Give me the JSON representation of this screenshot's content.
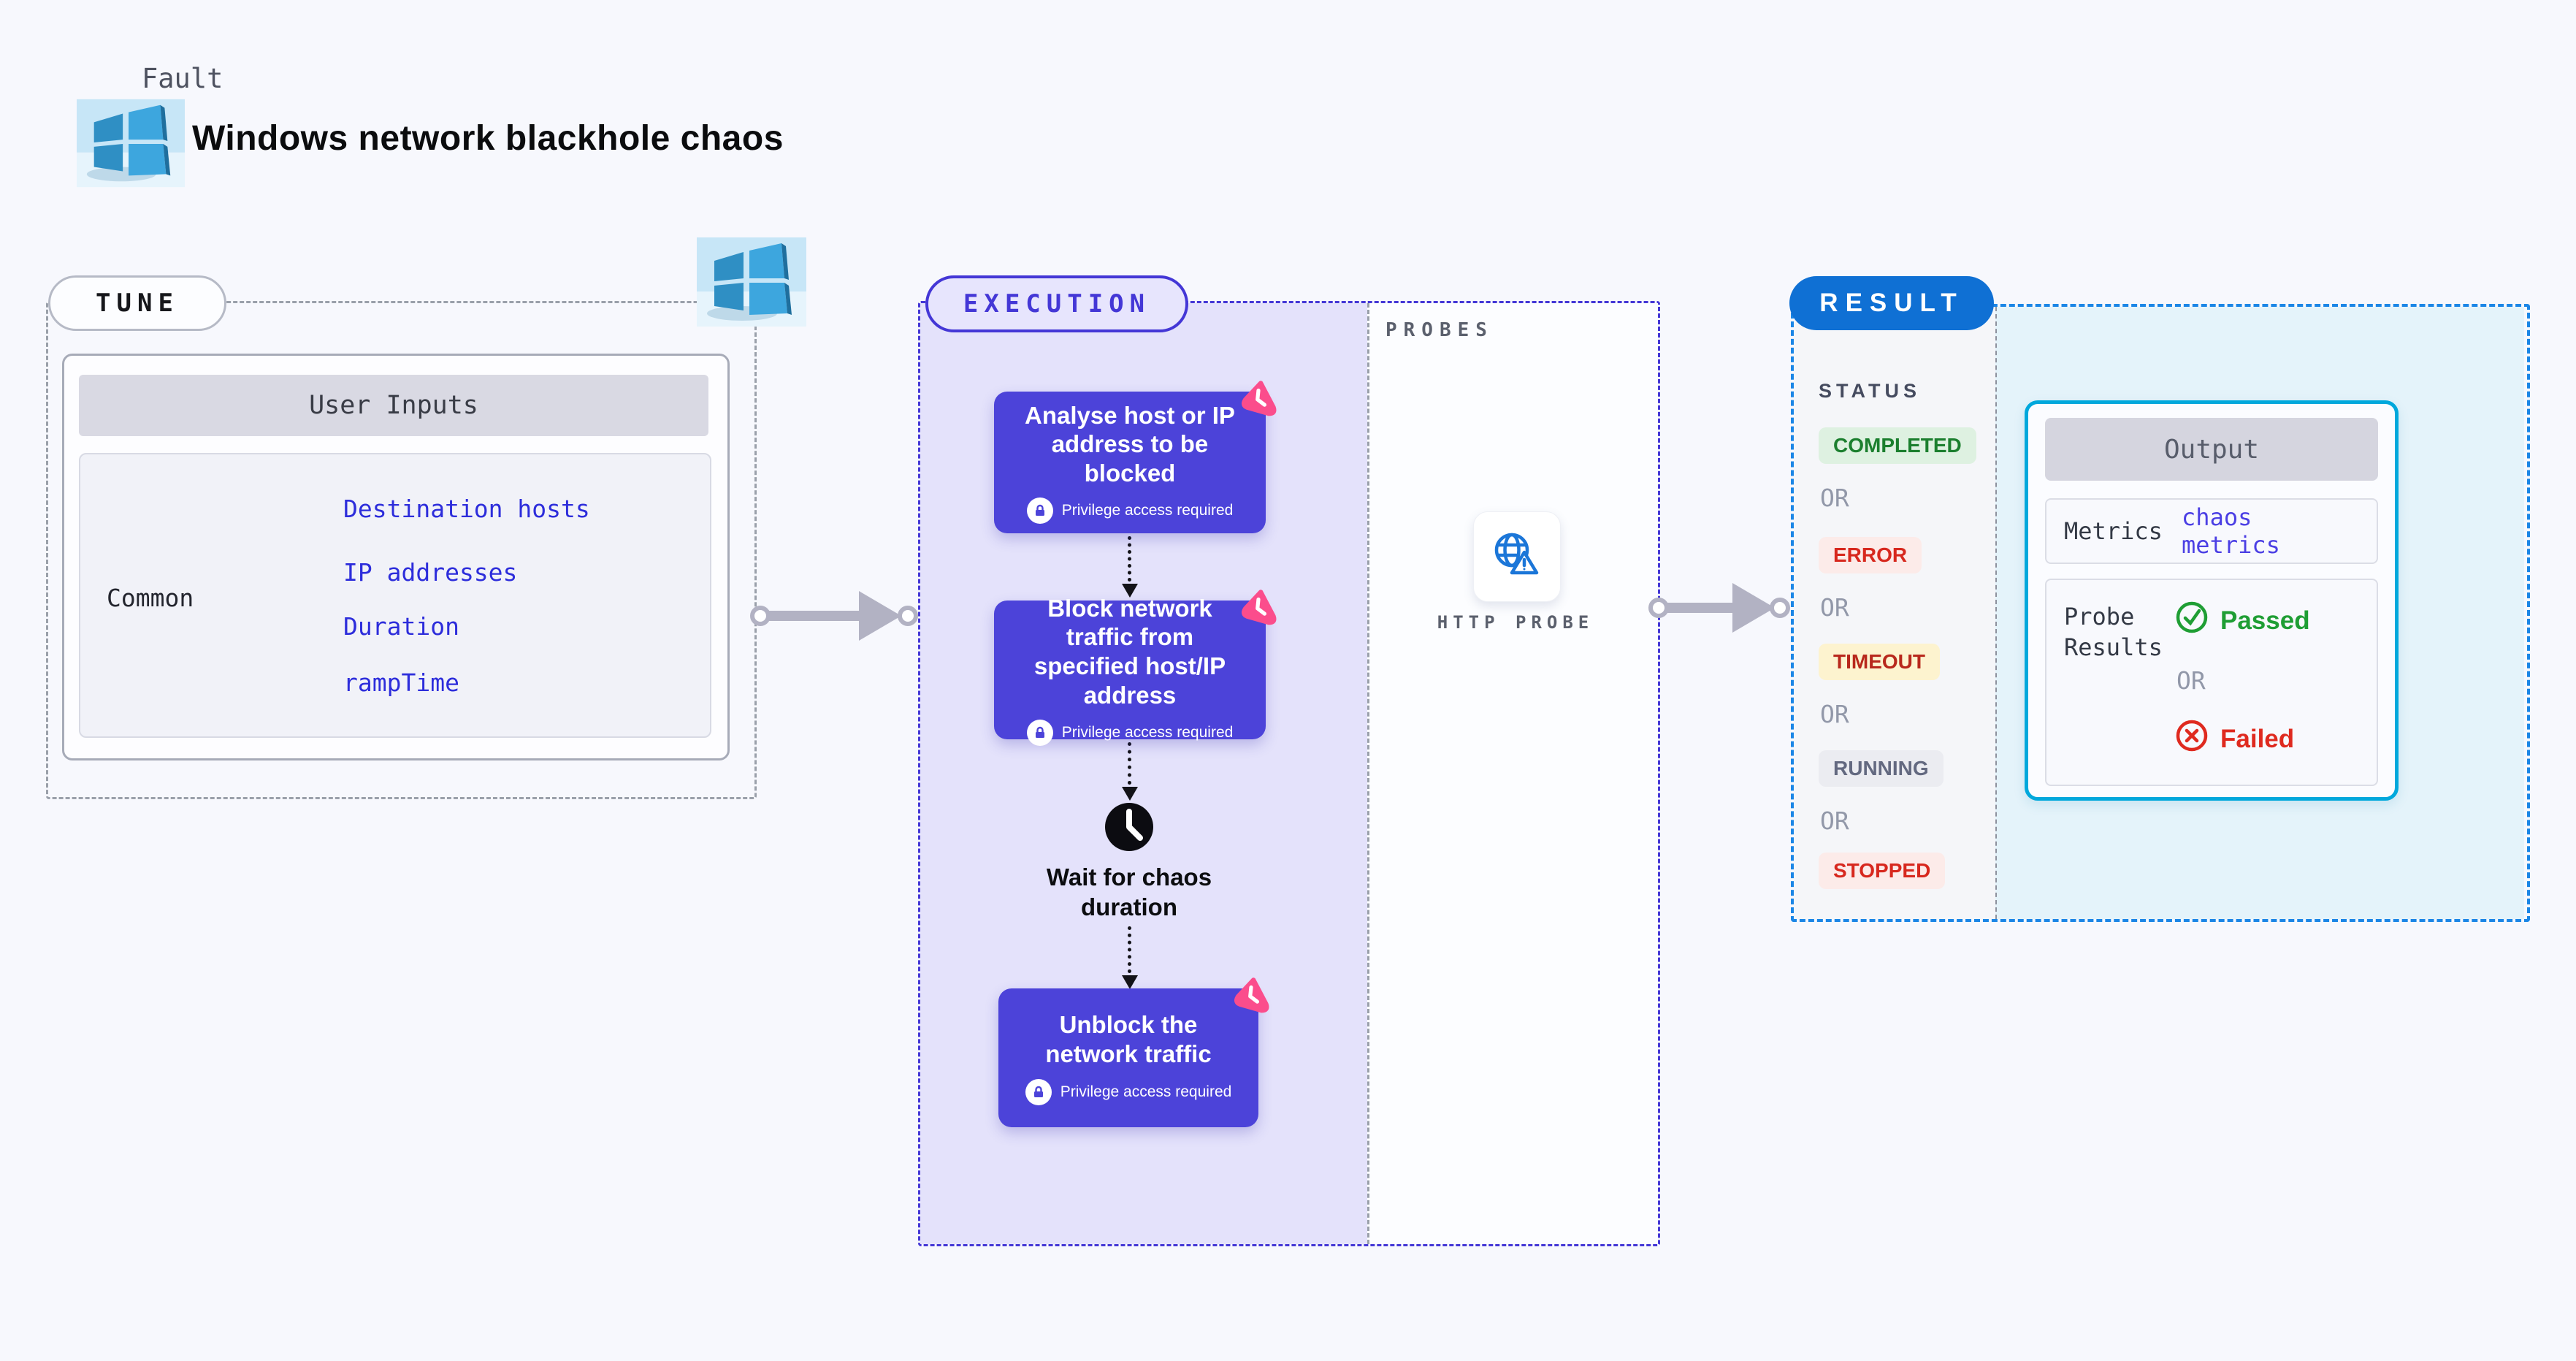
{
  "header": {
    "kicker": "Fault",
    "title": "Windows network blackhole chaos"
  },
  "tune": {
    "label": "TUNE",
    "user_inputs": {
      "title": "User Inputs",
      "row_label": "Common",
      "links": [
        "Destination hosts",
        "IP addresses",
        "Duration",
        "rampTime"
      ]
    }
  },
  "execution": {
    "label": "EXECUTION",
    "steps": [
      {
        "title": "Analyse host or IP address to be blocked",
        "badge": "Privilege access required"
      },
      {
        "title": "Block network traffic from specified host/IP address",
        "badge": "Privilege access required"
      },
      {
        "title": "Wait for chaos duration"
      },
      {
        "title": "Unblock the network traffic",
        "badge": "Privilege access required"
      }
    ]
  },
  "probes": {
    "label": "PROBES",
    "probe_name": "HTTP PROBE"
  },
  "result": {
    "label": "RESULT",
    "status": {
      "title": "STATUS",
      "items": [
        {
          "text": "COMPLETED",
          "kind": "green"
        },
        {
          "text": "OR",
          "kind": "or"
        },
        {
          "text": "ERROR",
          "kind": "red"
        },
        {
          "text": "OR",
          "kind": "or"
        },
        {
          "text": "TIMEOUT",
          "kind": "yellow"
        },
        {
          "text": "OR",
          "kind": "or"
        },
        {
          "text": "RUNNING",
          "kind": "gray"
        },
        {
          "text": "OR",
          "kind": "or"
        },
        {
          "text": "STOPPED",
          "kind": "pink"
        }
      ]
    },
    "output": {
      "title": "Output",
      "metrics_label": "Metrics",
      "metrics_link": "chaos metrics",
      "probe_results_label": "Probe Results",
      "passed_label": "Passed",
      "or_label": "OR",
      "failed_label": "Failed"
    }
  },
  "colors": {
    "background": "#f7f8fd",
    "step_purple": "#4c43d9",
    "execution_border": "#4437d6",
    "execution_fill": "#e4e2fb",
    "result_border": "#1b86e6",
    "result_pill": "#0f70d4",
    "output_border": "#00a8dc",
    "link_blue": "#2d2ddb",
    "metrics_link": "#4b3fe4",
    "passed_green": "#1f9e34",
    "failed_red": "#df2a1f",
    "pink_logo": "#fb4d8c",
    "arrow_gray": "#b2b2c3"
  }
}
